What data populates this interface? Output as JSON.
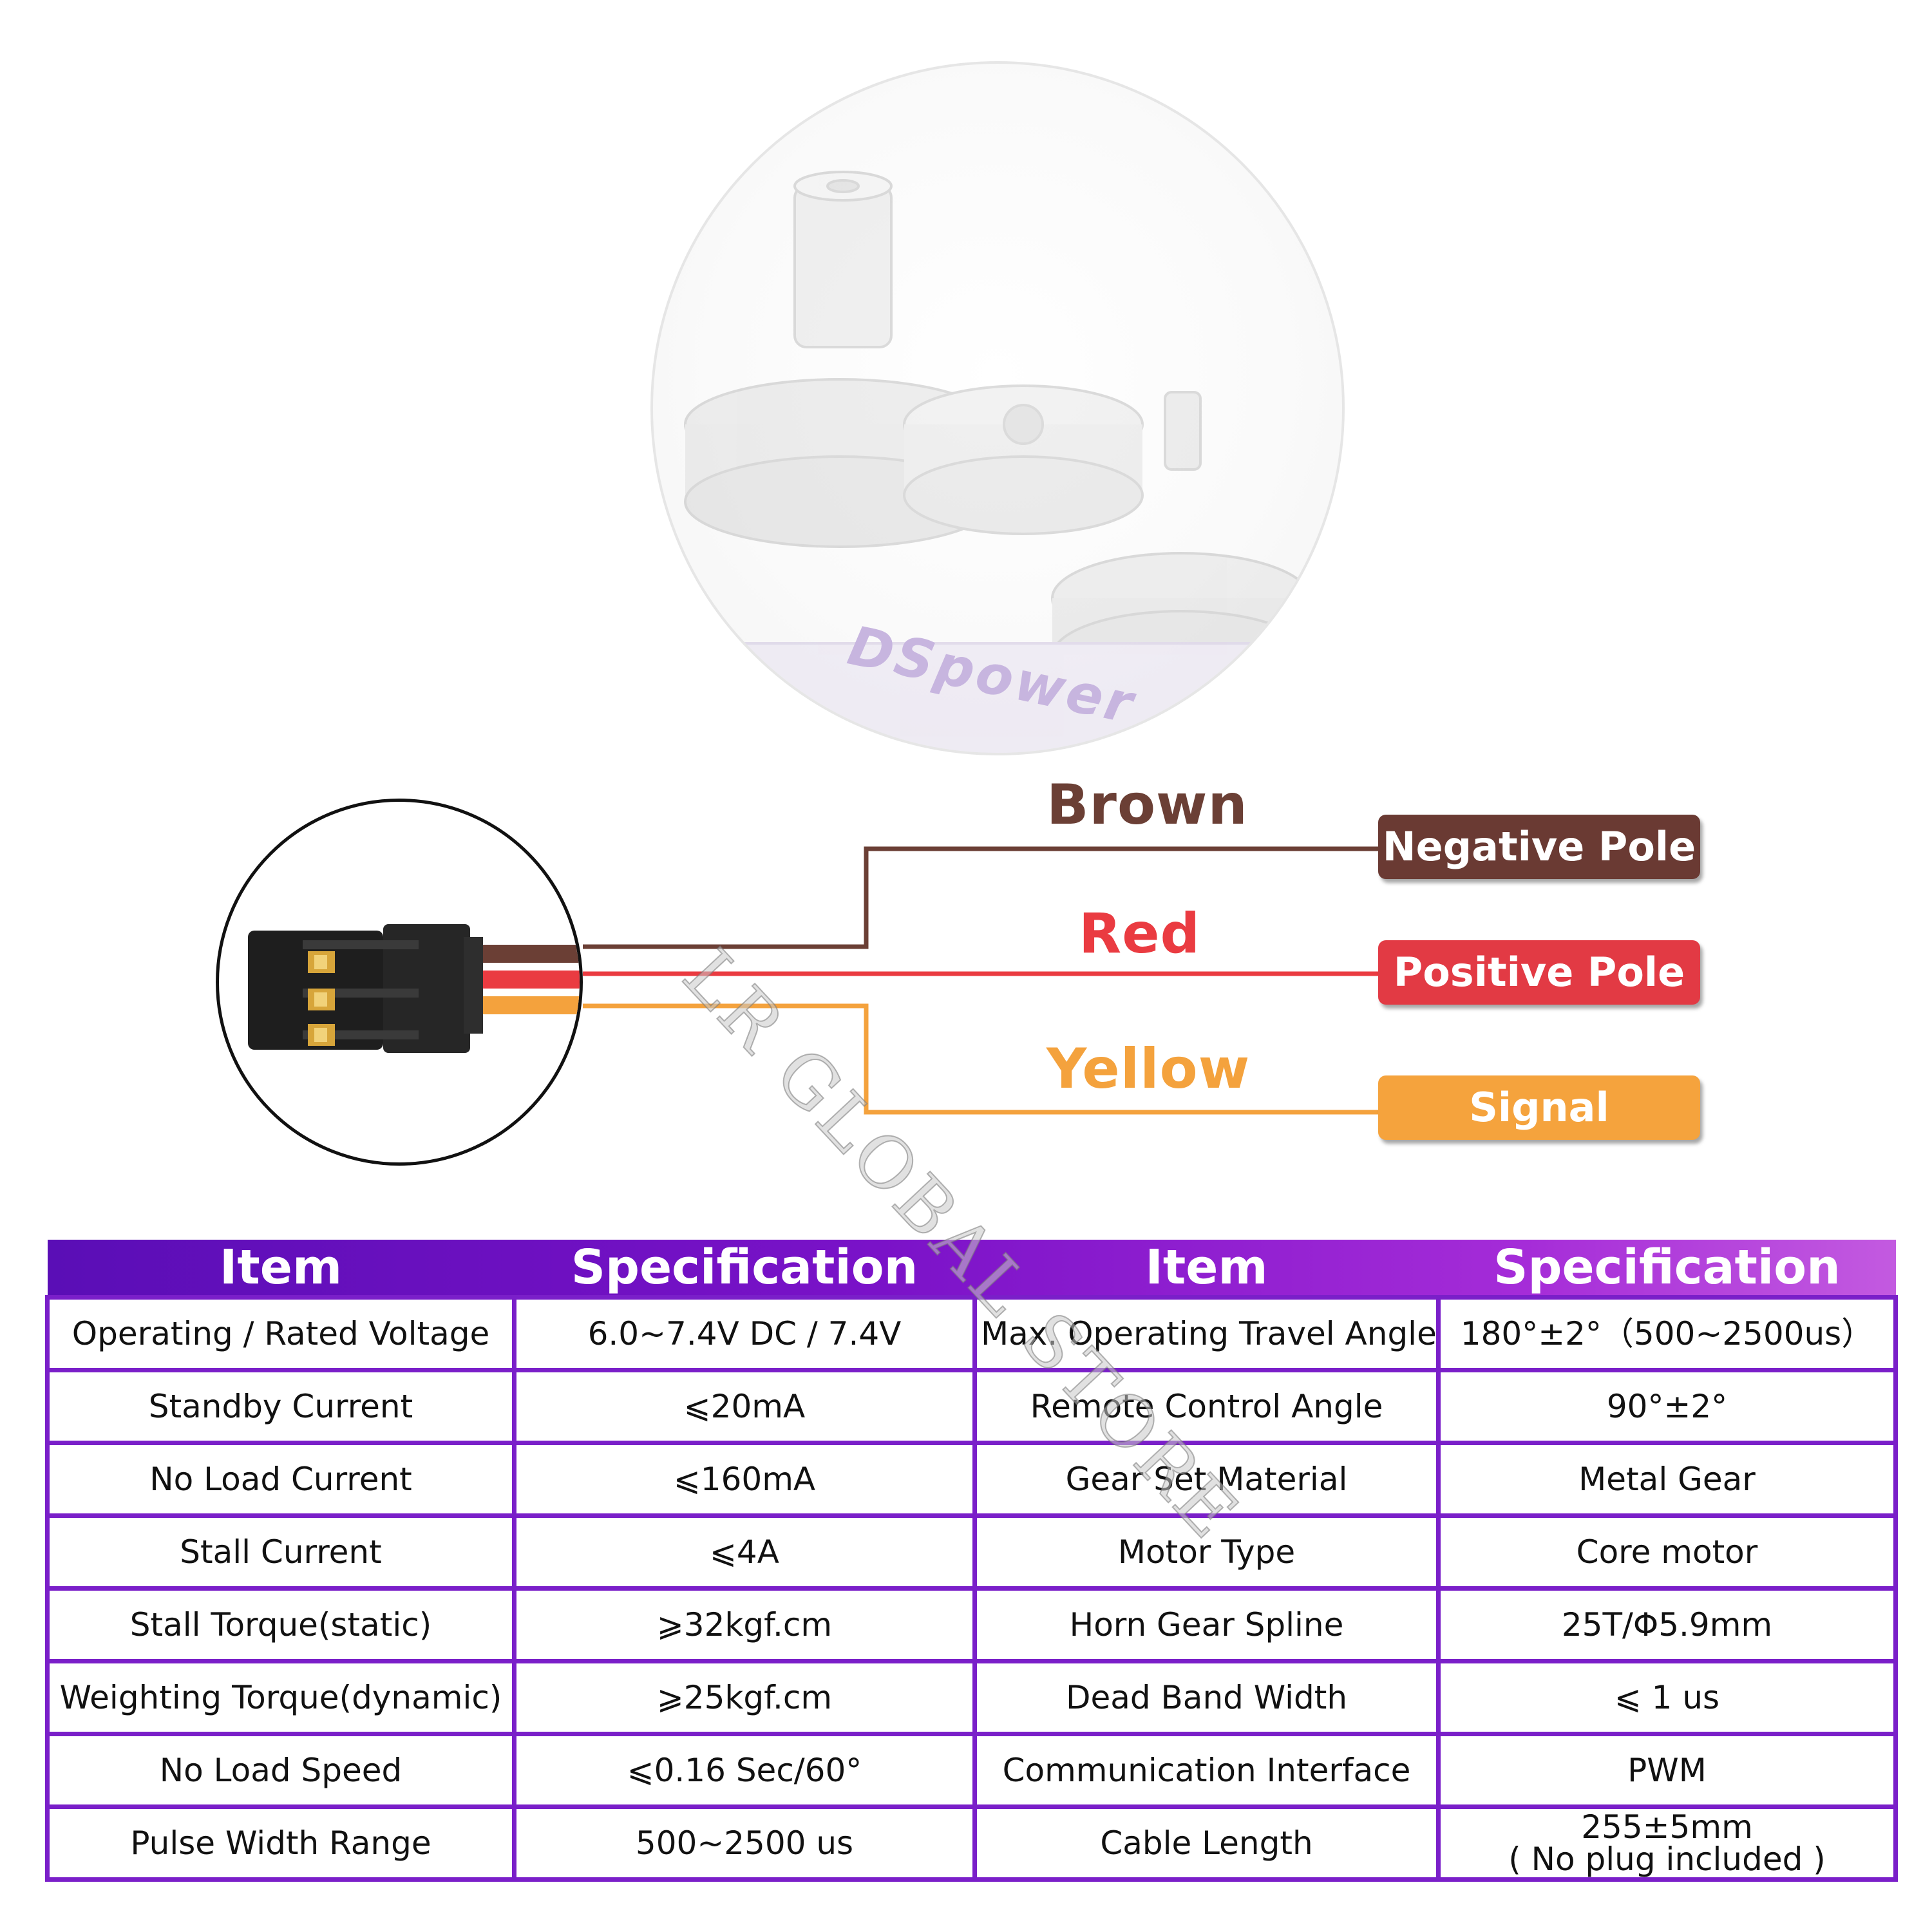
{
  "hero": {
    "brand_text": "DSpower"
  },
  "wiring": {
    "wires": [
      {
        "color_name": "Brown",
        "function": "Negative Pole",
        "color": "#6b3f35"
      },
      {
        "color_name": "Red",
        "function": "Positive Pole",
        "color": "#ea3b41"
      },
      {
        "color_name": "Yellow",
        "function": "Signal",
        "color": "#f4a23d"
      }
    ]
  },
  "watermark": "LR GLOBAL STORE",
  "table": {
    "headers": [
      "Item",
      "Specification",
      "Item",
      "Specification"
    ],
    "header_gradient": [
      "#5a0eb6",
      "#c35ae0"
    ],
    "border_color": "#7a1fc9",
    "rows": [
      {
        "item1": "Operating / Rated Voltage",
        "spec1": "6.0~7.4V DC / 7.4V",
        "item2": "Max. Operating Travel Angle",
        "spec2": "180°±2°（500~2500us）"
      },
      {
        "item1": "Standby Current",
        "spec1": "⩽20mA",
        "item2": "Remote Control Angle",
        "spec2": "90°±2°"
      },
      {
        "item1": "No Load Current",
        "spec1": "⩽160mA",
        "item2": "Gear Set Material",
        "spec2": "Metal Gear"
      },
      {
        "item1": "Stall Current",
        "spec1": "⩽4A",
        "item2": "Motor Type",
        "spec2": "Core motor"
      },
      {
        "item1": "Stall Torque(static)",
        "spec1": "⩾32kgf.cm",
        "item2": "Horn Gear Spline",
        "spec2": "25T/Φ5.9mm"
      },
      {
        "item1": "Weighting Torque(dynamic)",
        "spec1": "⩾25kgf.cm",
        "item2": "Dead Band Width",
        "spec2": "⩽ 1 us"
      },
      {
        "item1": "No Load Speed",
        "spec1": "⩽0.16 Sec/60°",
        "item2": "Communication Interface",
        "spec2": "PWM"
      },
      {
        "item1": "Pulse Width Range",
        "spec1": "500~2500 us",
        "item2": "Cable Length",
        "spec2_line1": "255±5mm",
        "spec2_line2": "( No plug included )"
      }
    ]
  }
}
